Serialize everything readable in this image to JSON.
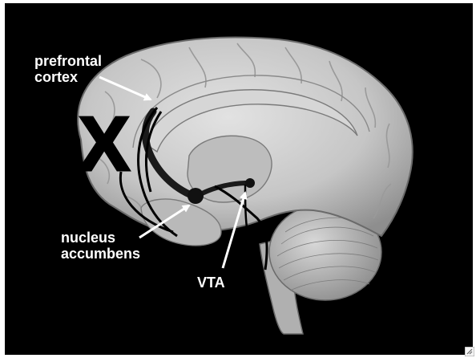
{
  "labels": {
    "prefrontal_line1": "prefrontal",
    "prefrontal_line2": "cortex",
    "nucleus_line1": "nucleus",
    "nucleus_line2": "accumbens",
    "vta": "VTA",
    "mark": "X"
  },
  "colors": {
    "background": "#000000",
    "brain": "#c9c9c9",
    "pathway": "#1a1a1a",
    "label": "#ffffff"
  },
  "icons": {
    "corner": "resize-corner-icon"
  }
}
